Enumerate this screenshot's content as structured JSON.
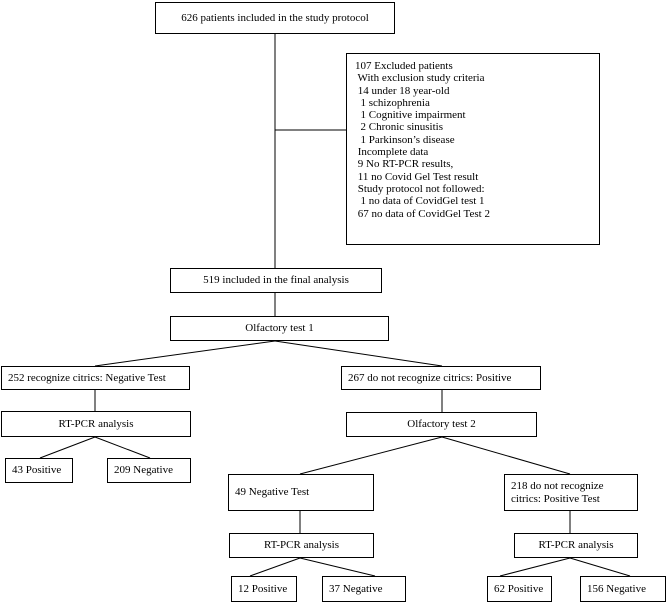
{
  "flowchart": {
    "start": "626 patients included in the study protocol",
    "excluded": [
      "107 Excluded patients",
      " With exclusion study criteria",
      " 14 under 18 year-old",
      "  1 schizophrenia",
      "  1 Cognitive impairment",
      "  2 Chronic sinusitis",
      "  1 Parkinson’s disease",
      " Incomplete data",
      " 9 No RT-PCR results,",
      " 11 no Covid Gel Test result",
      " Study protocol not followed:",
      "  1 no data of CovidGel test 1",
      " 67 no data of CovidGel Test 2"
    ],
    "final_analysis": "519 included in the final analysis",
    "olfactory_test_1": "Olfactory test 1",
    "recognize_negative": "252 recognize citrics: Negative Test",
    "not_recognize_positive": "267 do not recognize citrics: Positive",
    "rtpcr_left": "RT-PCR analysis",
    "left_positive": "43 Positive",
    "left_negative": "209 Negative",
    "olfactory_test_2": "Olfactory test 2",
    "negative_test_2": "49 Negative Test",
    "positive_test_2": "218 do not recognize citrics: Positive Test",
    "rtpcr_mid": "RT-PCR analysis",
    "rtpcr_right": "RT-PCR analysis",
    "mid_positive": "12 Positive",
    "mid_negative": "37 Negative",
    "right_positive": "62 Positive",
    "right_negative": "156 Negative"
  }
}
